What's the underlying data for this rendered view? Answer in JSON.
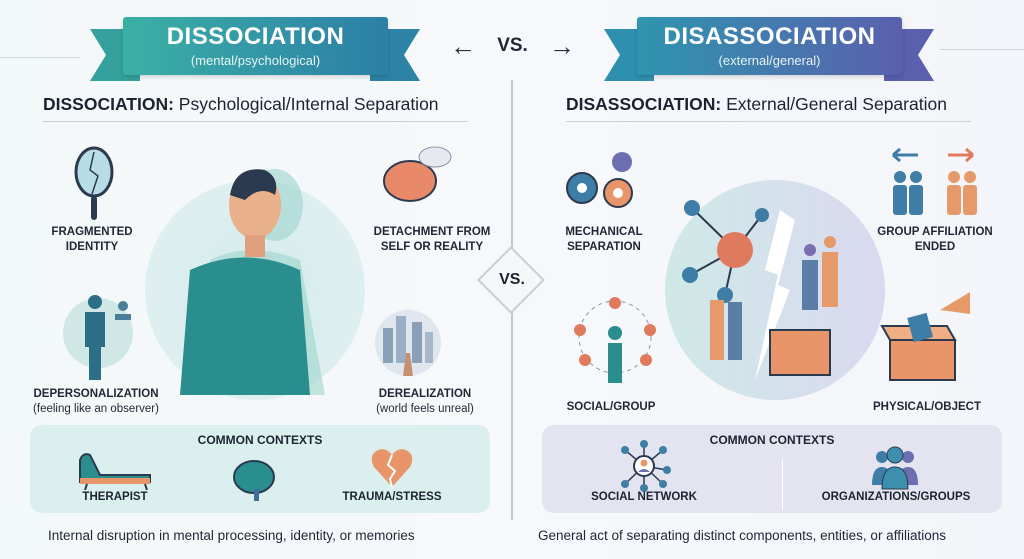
{
  "header": {
    "left_banner": {
      "title": "DISSOCIATION",
      "subtitle": "(mental/psychological)",
      "color_start": "#3bb0a5",
      "color_end": "#2c7fa6"
    },
    "vs_label": "VS.",
    "right_banner": {
      "title": "DISASSOCIATION",
      "subtitle": "(external/general)",
      "color_start": "#2f8fae",
      "color_end": "#5a5fae"
    }
  },
  "left": {
    "heading_bold": "DISSOCIATION:",
    "heading_rest": " Psychological/Internal Separation",
    "items": [
      {
        "line1": "FRAGMENTED",
        "line2": "IDENTITY",
        "icon": "cracked-mirror-icon"
      },
      {
        "line1": "DETACHMENT FROM",
        "line2": "SELF OR REALITY",
        "icon": "brain-cloud-icon"
      },
      {
        "line1": "DEPERSONALIZATION",
        "note": "(feeling like an observer)",
        "icon": "observer-person-icon"
      },
      {
        "line1": "DEREALIZATION",
        "note": "(world feels unreal)",
        "icon": "blurry-city-icon"
      }
    ],
    "contexts": {
      "heading": "COMMON CONTEXTS",
      "items": [
        {
          "label": "THERAPIST",
          "icon": "couch-icon"
        },
        {
          "label": "",
          "icon": "brain-icon"
        },
        {
          "label": "TRAUMA/STRESS",
          "icon": "broken-heart-icon"
        }
      ]
    },
    "caption": "Internal disruption in mental processing, identity, or memories"
  },
  "center_vs": "VS.",
  "right": {
    "heading_bold": "DISASSOCIATION:",
    "heading_rest": " External/General Separation",
    "items": [
      {
        "line1": "MECHANICAL",
        "line2": "SEPARATION",
        "icon": "gears-icon"
      },
      {
        "line1": "GROUP AFFILIATION",
        "line2": "ENDED",
        "icon": "group-split-icon"
      },
      {
        "line1": "SOCIAL/GROUP",
        "icon": "social-circle-icon"
      },
      {
        "line1": "PHYSICAL/OBJECT",
        "icon": "box-icon"
      }
    ],
    "contexts": {
      "heading": "COMMON CONTEXTS",
      "items": [
        {
          "label": "SOCIAL NETWORK",
          "icon": "network-icon"
        },
        {
          "label": "ORGANIZATIONS/GROUPS",
          "icon": "people-group-icon"
        }
      ]
    },
    "caption": "General act of separating distinct components, entities, or affiliations"
  }
}
